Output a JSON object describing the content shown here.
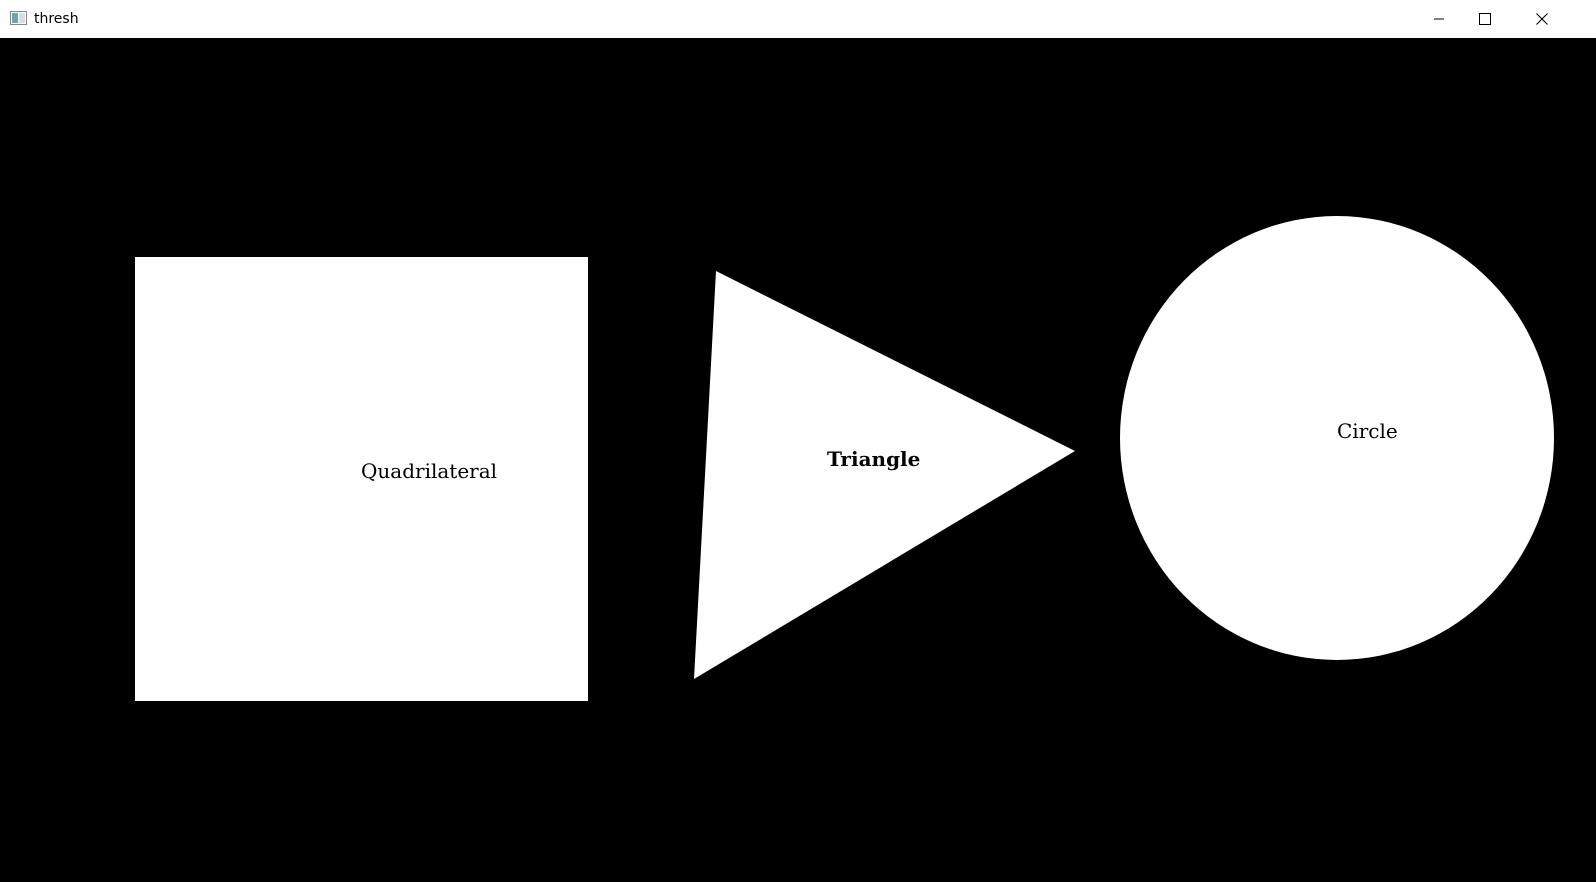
{
  "window": {
    "title": "thresh",
    "controls": {
      "minimize_icon": "minimize-icon",
      "maximize_icon": "maximize-icon",
      "close_icon": "close-icon"
    }
  },
  "canvas": {
    "background": "#000000",
    "shape_color": "#ffffff",
    "label_color": "#000000",
    "shapes": [
      {
        "kind": "quadrilateral",
        "label": "Quadrilateral"
      },
      {
        "kind": "triangle",
        "label": "Triangle"
      },
      {
        "kind": "circle",
        "label": "Circle"
      }
    ]
  }
}
